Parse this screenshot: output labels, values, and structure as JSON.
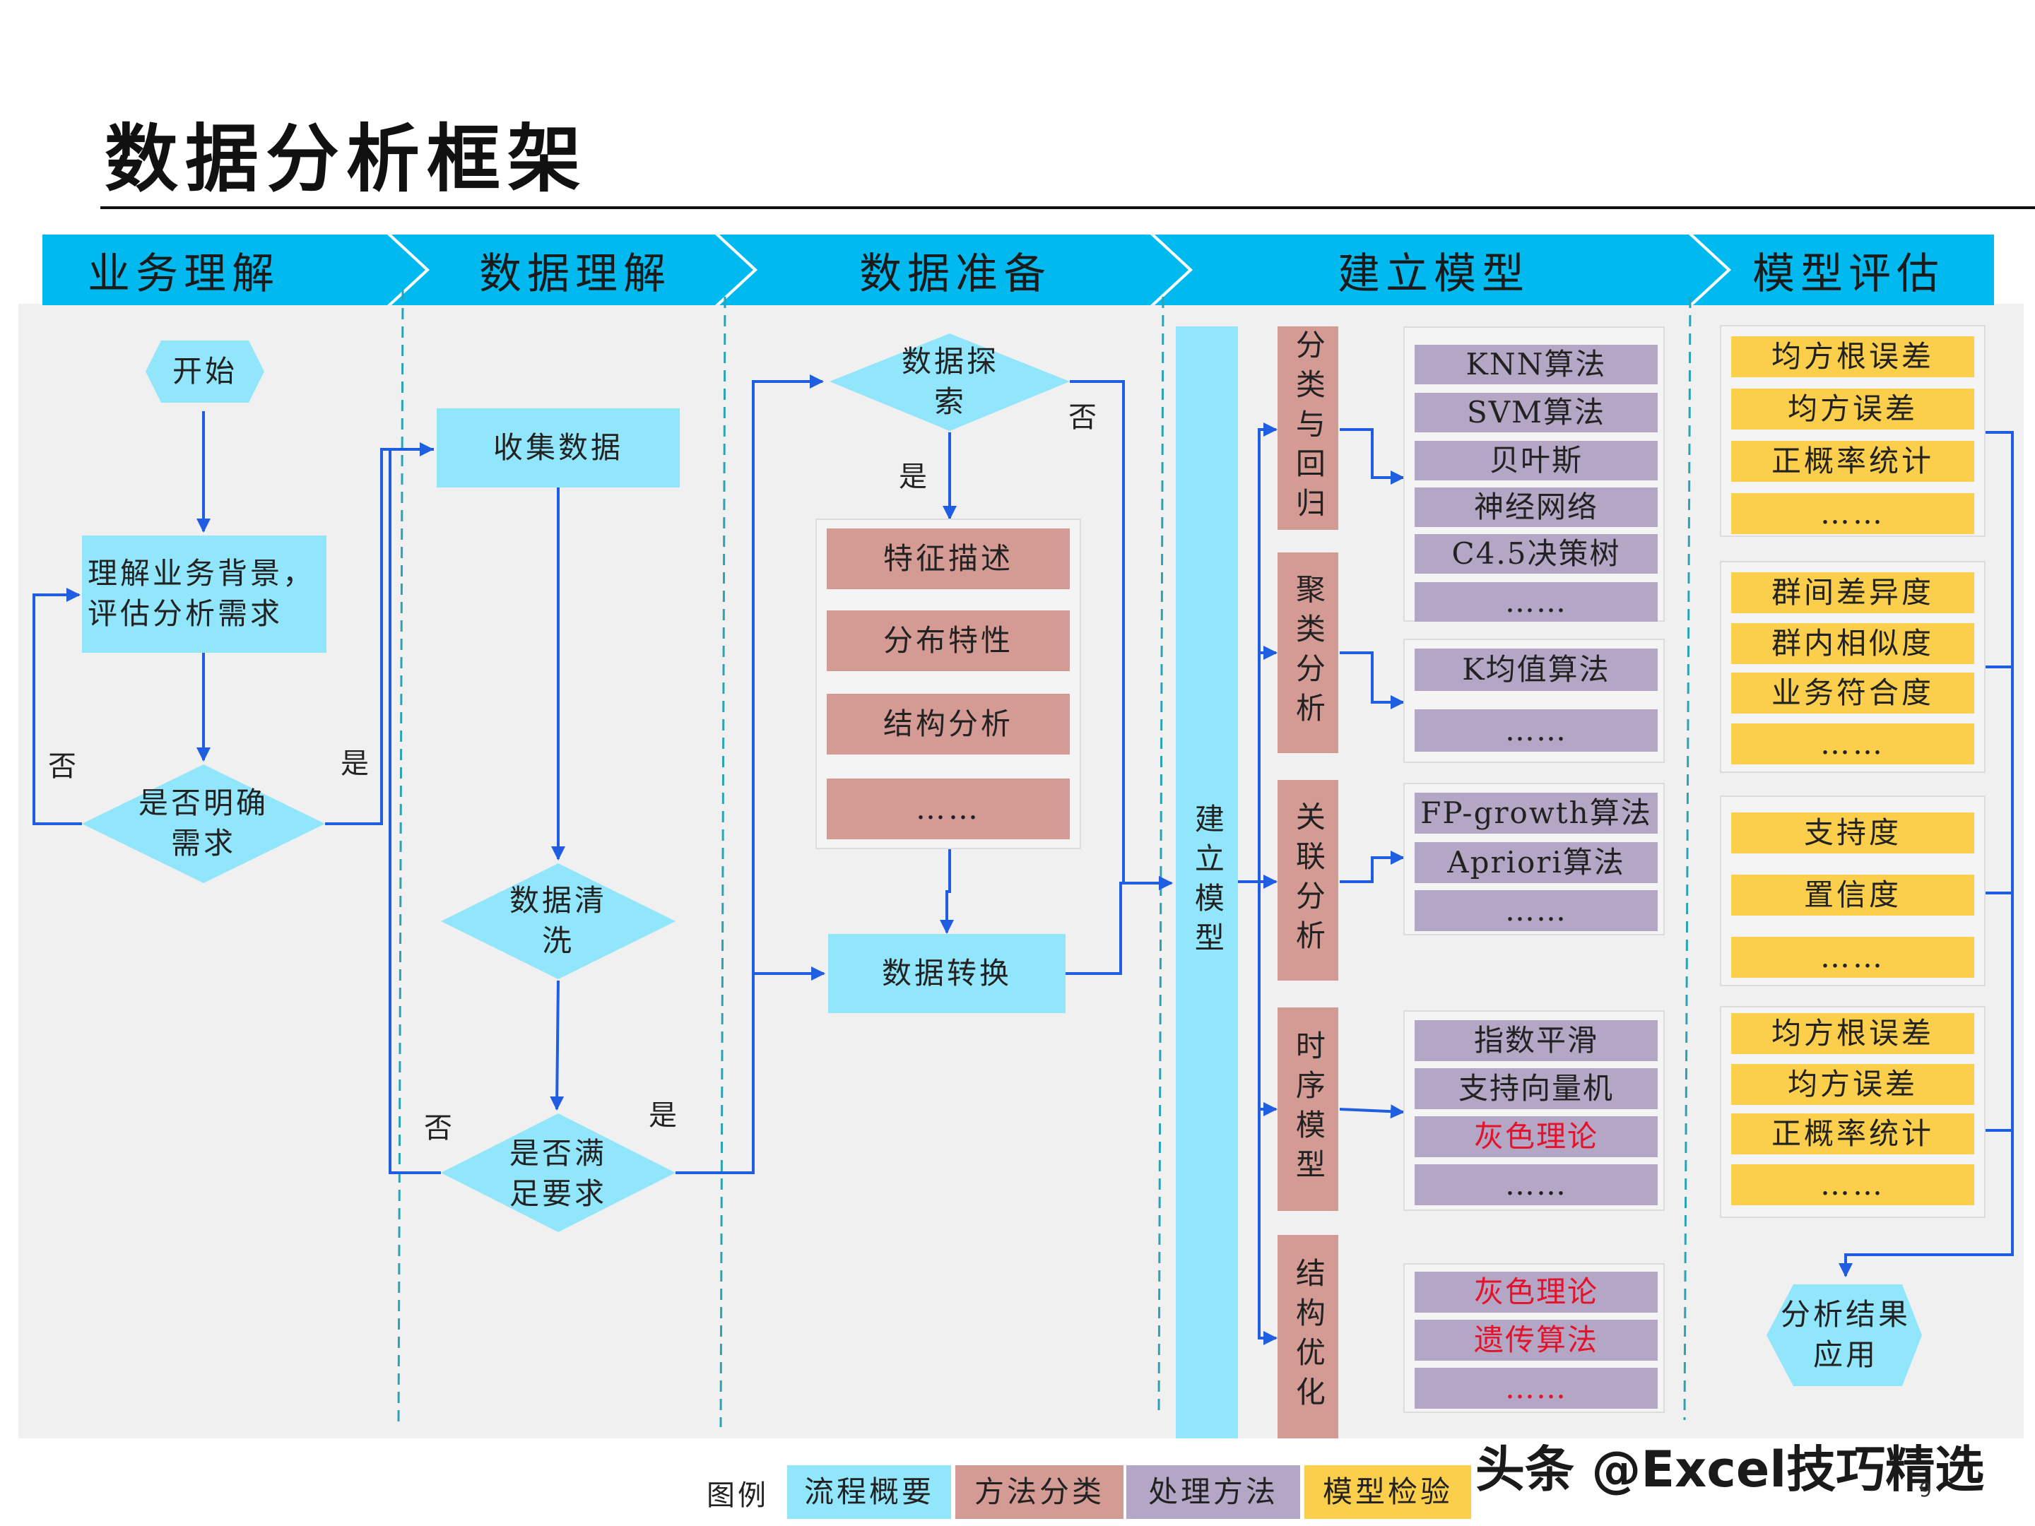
{
  "title": "数据分析框架",
  "stages": [
    "业务理解",
    "数据理解",
    "数据准备",
    "建立模型",
    "模型评估"
  ],
  "business": {
    "start": "开始",
    "understand": "理解业务背景，评估分析需求",
    "decision": "是否明确需求",
    "no": "否",
    "yes": "是"
  },
  "data_understanding": {
    "collect": "收集数据",
    "clean": "数据清洗",
    "decision": "是否满足要求",
    "no": "否",
    "yes": "是"
  },
  "data_prep": {
    "explore": "数据探索",
    "no": "否",
    "yes": "是",
    "items": [
      "特征描述",
      "分布特性",
      "结构分析",
      "……"
    ],
    "transform": "数据转换"
  },
  "modeling": {
    "build": "建立模型",
    "categories": [
      {
        "name": "分类与回归",
        "methods": [
          "KNN算法",
          "SVM算法",
          "贝叶斯",
          "神经网络",
          "C4.5决策树",
          "……"
        ]
      },
      {
        "name": "聚类分析",
        "methods": [
          "K均值算法",
          "……"
        ]
      },
      {
        "name": "关联分析",
        "methods": [
          "FP-growth算法",
          "Apriori算法",
          "……"
        ]
      },
      {
        "name": "时序模型",
        "methods": [
          "指数平滑",
          "支持向量机",
          "灰色理论",
          "……"
        ]
      },
      {
        "name": "结构优化",
        "methods": [
          "灰色理论",
          "遗传算法",
          "……"
        ]
      }
    ],
    "highlight_color": "#e3132b"
  },
  "evaluation": {
    "groups": [
      [
        "均方根误差",
        "均方误差",
        "正概率统计",
        "……"
      ],
      [
        "群间差异度",
        "群内相似度",
        "业务符合度",
        "……"
      ],
      [
        "支持度",
        "置信度",
        "……"
      ],
      [
        "均方根误差",
        "均方误差",
        "正概率统计",
        "……"
      ]
    ],
    "result": "分析结果应用"
  },
  "legend": {
    "label": "图例",
    "items": [
      {
        "text": "流程概要",
        "color": "#92e6fb"
      },
      {
        "text": "方法分类",
        "color": "#d49b95"
      },
      {
        "text": "处理方法",
        "color": "#b3a7c5"
      },
      {
        "text": "模型检验",
        "color": "#fbcf4c"
      }
    ]
  },
  "colors": {
    "header_blue": "#00b9ef",
    "arrow_blue": "#1f5ee0",
    "divider_teal": "#2ba3b5"
  },
  "watermark": "头条 @Excel技巧精选",
  "page_number": "9"
}
